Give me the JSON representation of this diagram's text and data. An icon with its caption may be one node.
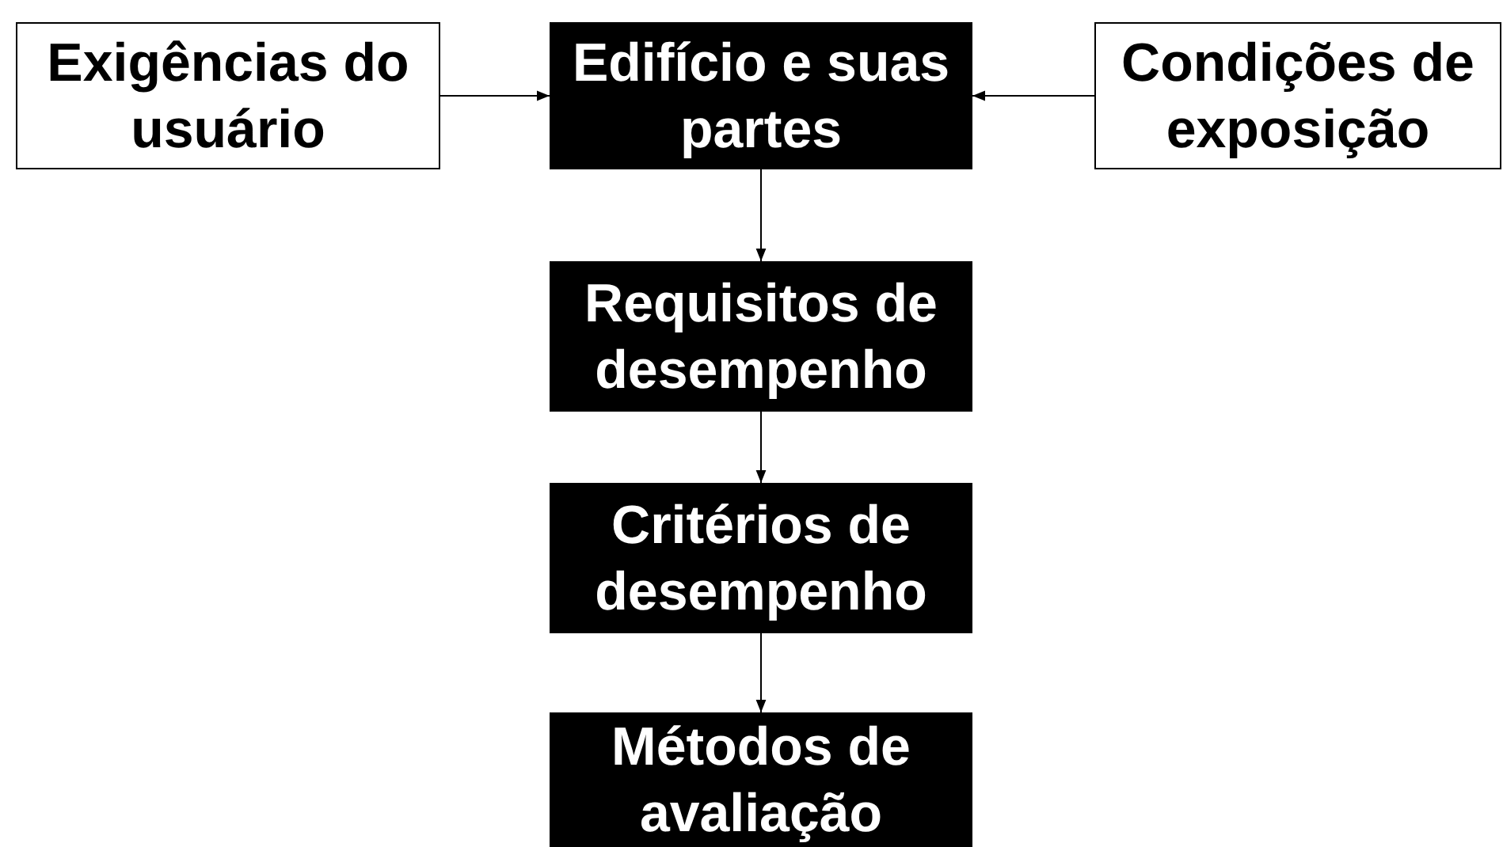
{
  "diagram": {
    "nodes": [
      {
        "text": [
          "Exigências do usuário"
        ]
      },
      {
        "text": [
          "Edifício e suas partes"
        ]
      },
      {
        "text": [
          "Condições de exposição"
        ]
      },
      {
        "text": [
          "Requisitos de desempenho"
        ]
      },
      {
        "text": [
          "Critérios de desempenho"
        ]
      },
      {
        "text": [
          "Métodos de avaliação"
        ]
      }
    ],
    "edges": [
      {
        "from": 0,
        "to": 1,
        "arrow": "to"
      },
      {
        "from": 2,
        "to": 1,
        "arrow": "to"
      },
      {
        "from": 1,
        "to": 3,
        "arrow": "to"
      },
      {
        "from": 3,
        "to": 4,
        "arrow": "to"
      },
      {
        "from": 4,
        "to": 5,
        "arrow": "to"
      }
    ]
  }
}
